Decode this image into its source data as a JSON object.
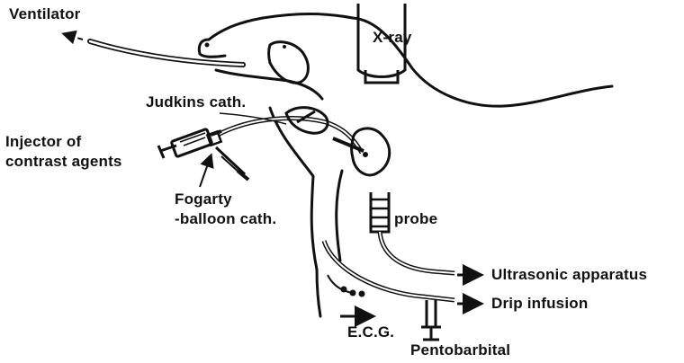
{
  "labels": {
    "ventilator": "Ventilator",
    "xray": "X-ray",
    "judkins": "Judkins cath.",
    "injector_line1": "Injector of",
    "injector_line2": "contrast agents",
    "fogarty_line1": "Fogarty",
    "fogarty_line2": "-balloon cath.",
    "probe": "probe",
    "ultrasonic": "Ultrasonic apparatus",
    "drip": "Drip infusion",
    "ecg": "E.C.G.",
    "pentobarbital": "Pentobarbital"
  },
  "colors": {
    "ink": "#111111",
    "background": "#ffffff"
  }
}
